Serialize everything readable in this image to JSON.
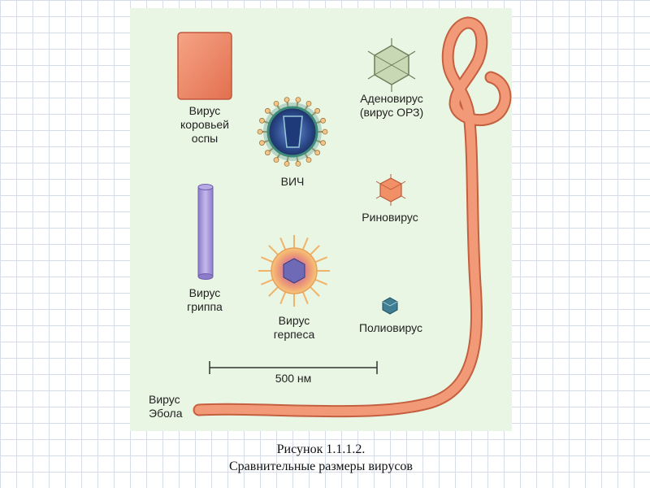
{
  "figure": {
    "viruses": {
      "vaccinia": "Вирус\nкоровьей\nоспы",
      "hiv": "ВИЧ",
      "adenovirus": "Аденовирус\n(вирус ОРЗ)",
      "rhinovirus": "Риновирус",
      "influenza": "Вирус\nгриппа",
      "herpes": "Вирус\nгерпеса",
      "poliovirus": "Полиовирус",
      "ebola": "Вирус\nЭбола"
    },
    "scale_bar": "500 нм"
  },
  "caption": {
    "number": "Рисунок 1.1.1.2.",
    "title": "Сравнительные размеры вирусов"
  },
  "colors": {
    "panel": "#eaf6e4",
    "vaccinia": "#f08a68",
    "ebola": "#ef8a65",
    "influenza": "#a99ad6",
    "hiv_core": "#2f4f8f",
    "adenovirus": "#b8c9a4"
  }
}
